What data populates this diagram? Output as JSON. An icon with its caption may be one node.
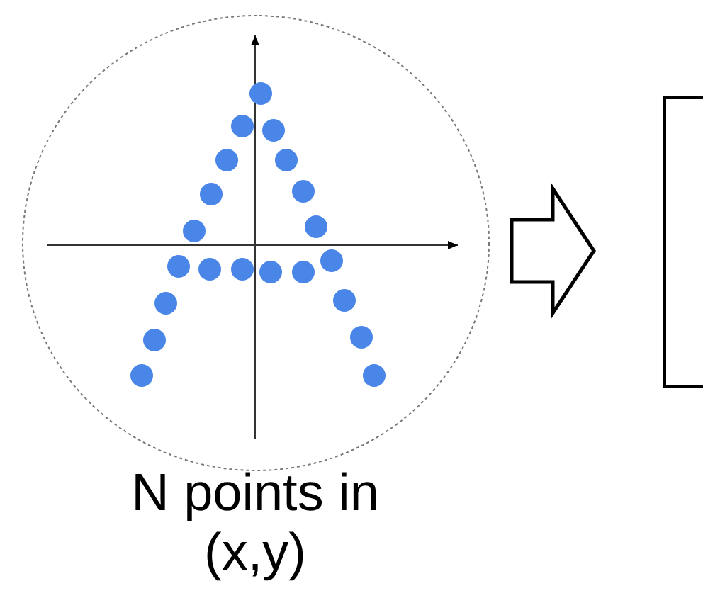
{
  "diagram": {
    "nodes": [
      {
        "text": [],
        "shape": "circle",
        "beside": [
          "N points in (x,y)"
        ]
      },
      {
        "text": [],
        "shape": "box"
      }
    ],
    "edges": [
      {
        "from": 0,
        "to": 1,
        "arrow": "to"
      }
    ]
  }
}
